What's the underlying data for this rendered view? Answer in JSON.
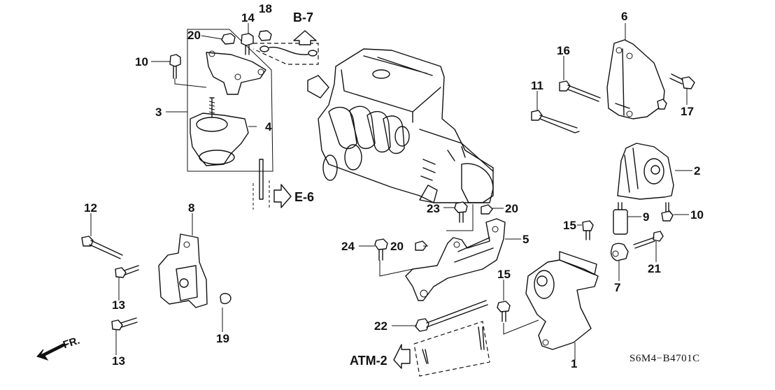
{
  "diagram": {
    "title_code": "S6M4−B4701C",
    "front_indicator": "FR.",
    "references": [
      {
        "id": "ref-b7",
        "label": "B-7",
        "direction": "up"
      },
      {
        "id": "ref-e6",
        "label": "E-6",
        "direction": "right"
      },
      {
        "id": "ref-atm2",
        "label": "ATM-2",
        "direction": "left"
      }
    ],
    "callouts": [
      {
        "num": "1",
        "part": "transmission-mount"
      },
      {
        "num": "2",
        "part": "rear-mount"
      },
      {
        "num": "3",
        "part": "side-mount-assembly"
      },
      {
        "num": "4",
        "part": "side-mount-rubber"
      },
      {
        "num": "5",
        "part": "front-mount-bracket"
      },
      {
        "num": "6",
        "part": "engine-mount-bracket"
      },
      {
        "num": "7",
        "part": "bushing"
      },
      {
        "num": "8",
        "part": "front-mount"
      },
      {
        "num": "9",
        "part": "stopper"
      },
      {
        "num": "10",
        "part": "flange-bolt"
      },
      {
        "num": "10",
        "part": "flange-bolt"
      },
      {
        "num": "11",
        "part": "long-bolt"
      },
      {
        "num": "12",
        "part": "long-bolt"
      },
      {
        "num": "13",
        "part": "flange-bolt"
      },
      {
        "num": "13",
        "part": "flange-bolt"
      },
      {
        "num": "14",
        "part": "flange-bolt"
      },
      {
        "num": "15",
        "part": "flange-bolt"
      },
      {
        "num": "15",
        "part": "flange-bolt"
      },
      {
        "num": "16",
        "part": "long-bolt"
      },
      {
        "num": "17",
        "part": "flange-bolt"
      },
      {
        "num": "18",
        "part": "flange-nut"
      },
      {
        "num": "19",
        "part": "flange-nut"
      },
      {
        "num": "20",
        "part": "flange-nut"
      },
      {
        "num": "20",
        "part": "flange-nut"
      },
      {
        "num": "20",
        "part": "flange-nut"
      },
      {
        "num": "21",
        "part": "bolt"
      },
      {
        "num": "22",
        "part": "long-bolt"
      },
      {
        "num": "23",
        "part": "flange-bolt"
      },
      {
        "num": "24",
        "part": "flange-bolt"
      }
    ]
  }
}
